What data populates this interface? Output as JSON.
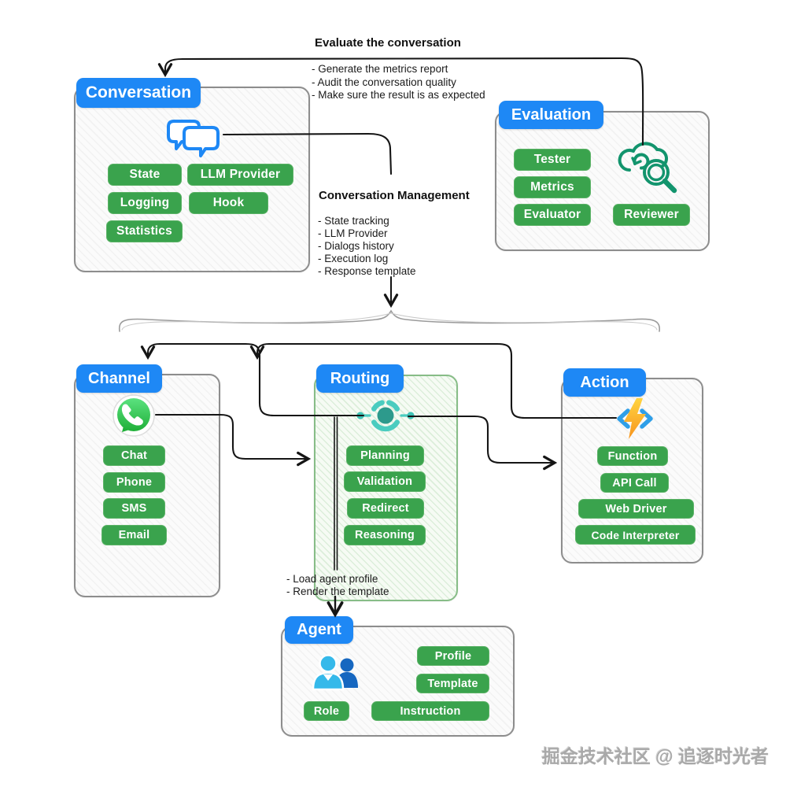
{
  "annotations": {
    "evaluate": {
      "title": "Evaluate the conversation",
      "items": [
        "- Generate the metrics report",
        "- Audit the conversation quality",
        "- Make sure the result is as expected"
      ]
    },
    "conversation_management": {
      "title": "Conversation Management",
      "items": [
        "- State tracking",
        "- LLM Provider",
        "- Dialogs history",
        "- Execution log",
        "- Response template"
      ]
    },
    "agent_load": {
      "items": [
        "- Load agent profile",
        "- Render the template"
      ]
    }
  },
  "boxes": {
    "conversation": {
      "title": "Conversation",
      "icon": "chat-bubbles-icon",
      "pills": [
        "State",
        "LLM Provider",
        "Logging",
        "Hook",
        "Statistics"
      ]
    },
    "evaluation": {
      "title": "Evaluation",
      "icon": "cloud-search-icon",
      "pills": [
        "Tester",
        "Metrics",
        "Evaluator",
        "Reviewer"
      ]
    },
    "channel": {
      "title": "Channel",
      "icon": "whatsapp-icon",
      "pills": [
        "Chat",
        "Phone",
        "SMS",
        "Email"
      ]
    },
    "routing": {
      "title": "Routing",
      "icon": "router-hub-icon",
      "pills": [
        "Planning",
        "Validation",
        "Redirect",
        "Reasoning"
      ]
    },
    "action": {
      "title": "Action",
      "icon": "lightning-code-icon",
      "pills": [
        "Function",
        "API Call",
        "Web Driver",
        "Code Interpreter"
      ]
    },
    "agent": {
      "title": "Agent",
      "icon": "people-icon",
      "pills": [
        "Profile",
        "Template",
        "Role",
        "Instruction"
      ]
    }
  },
  "watermark": "掘金技术社区 @ 追逐时光者",
  "colors": {
    "header_blue": "#1E88F5",
    "pill_green": "#3AA34D",
    "box_border_gray": "#8D8D8D",
    "routing_border_green": "#87BD87",
    "eval_icon_green": "#12946D",
    "whatsapp_green": "#2BD366",
    "routing_icon_teal": "#4ACCBF",
    "bolt_orange": "#F7941E",
    "arrow_black": "#151515",
    "brace_gray": "#9B9B9B"
  }
}
